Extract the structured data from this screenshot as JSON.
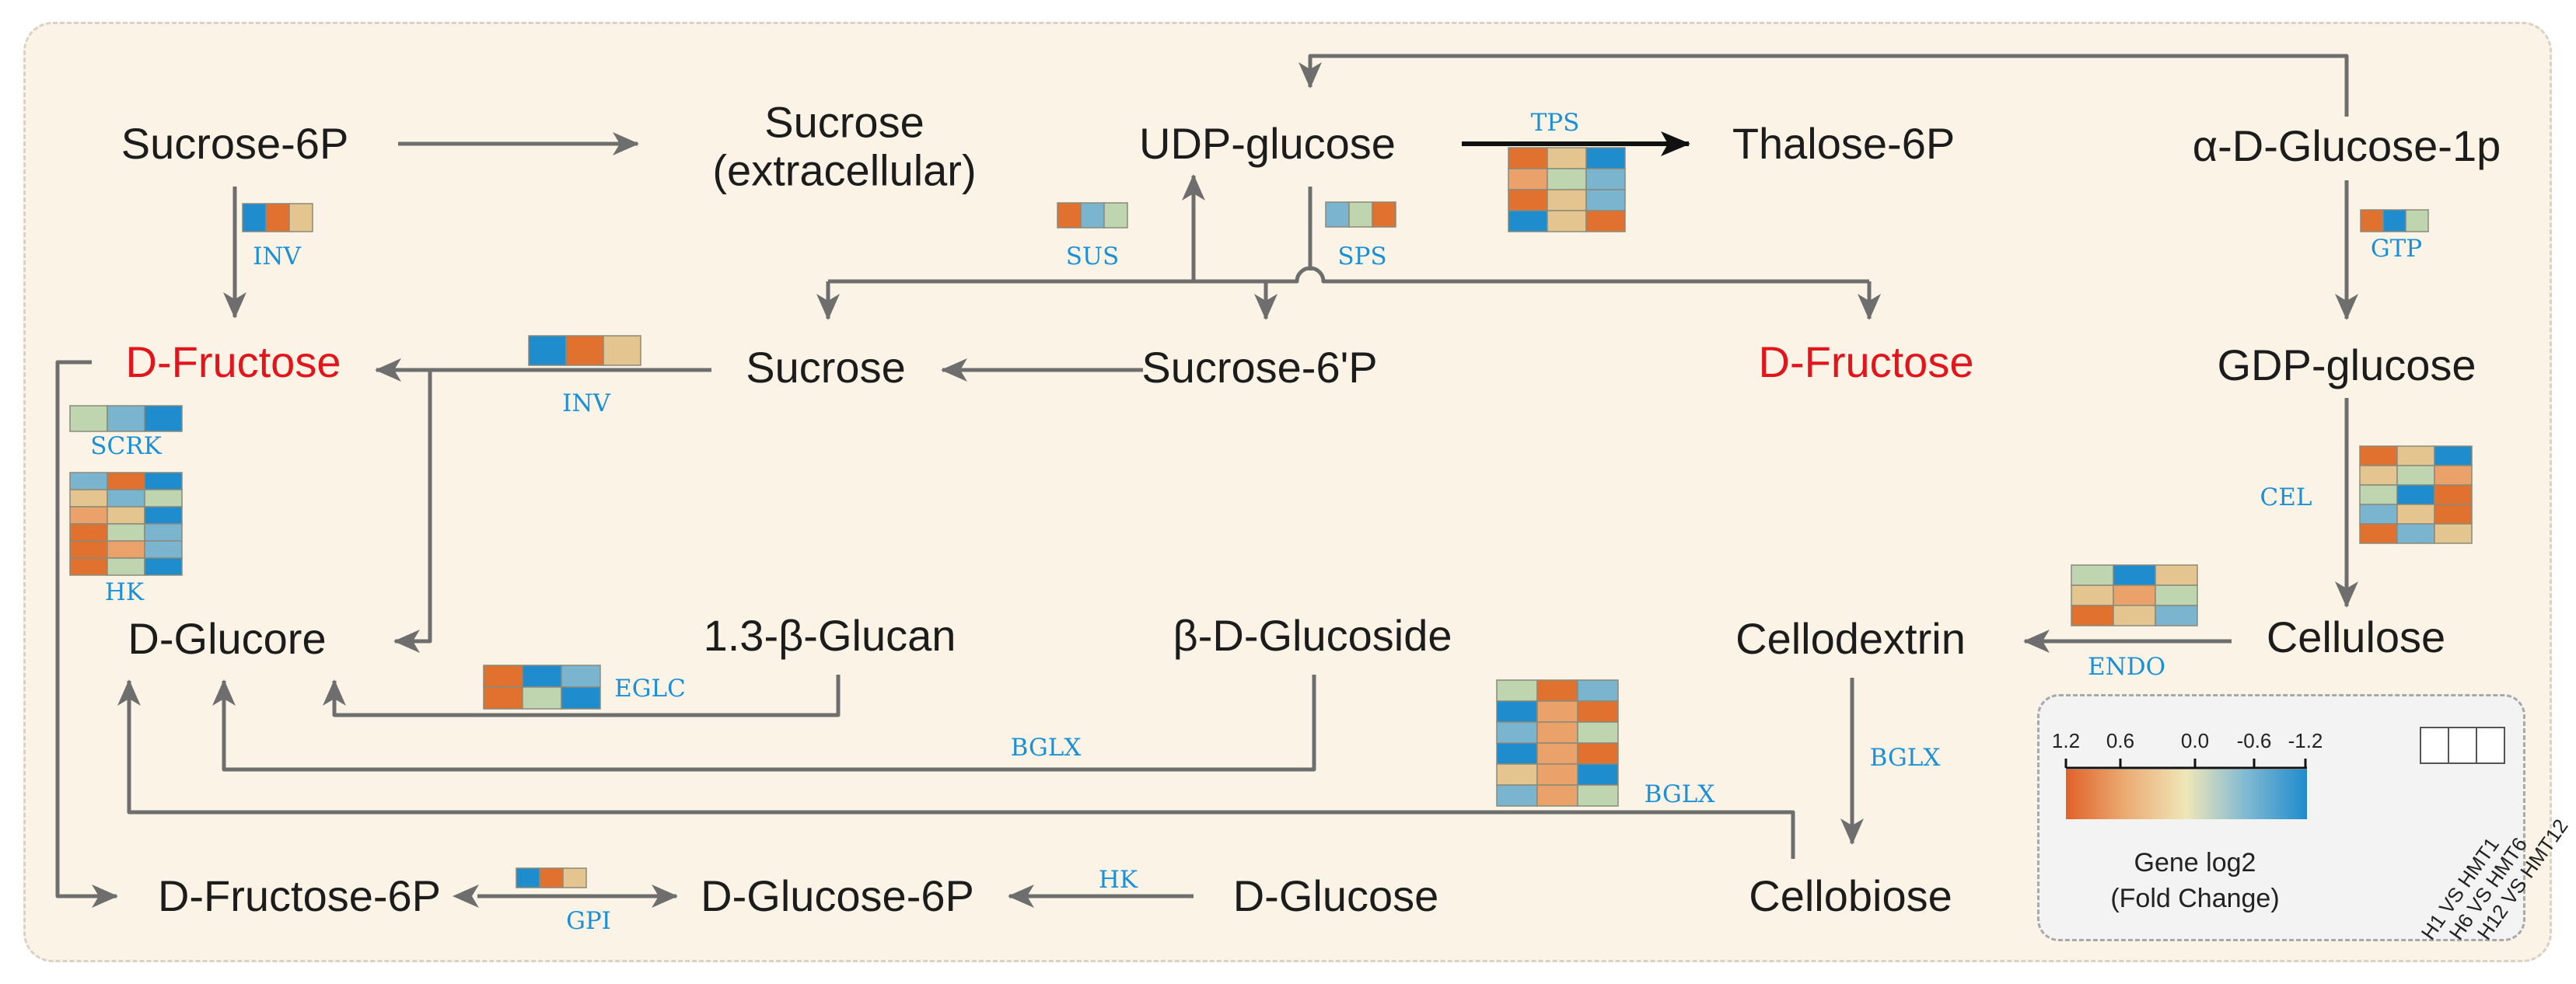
{
  "nodes": {
    "sucrose_6p": "Sucrose-6P",
    "sucrose_extracellular_line1": "Sucrose",
    "sucrose_extracellular_line2": "(extracellular)",
    "udp_glucose": "UDP-glucose",
    "thalose_6p": "Thalose-6P",
    "alpha_d_glucose_1p": "α-D-Glucose-1p",
    "d_fructose_left": "D-Fructose",
    "sucrose": "Sucrose",
    "sucrose_6prime_p": "Sucrose-6'P",
    "d_fructose_right": "D-Fructose",
    "gdp_glucose": "GDP-glucose",
    "d_glucore": "D-Glucore",
    "glucan": "1.3-β-Glucan",
    "beta_d_glucoside": "β-D-Glucoside",
    "cellodextrin": "Cellodextrin",
    "cellulose": "Cellulose",
    "d_fructose_6p": "D-Fructose-6P",
    "d_glucose_6p": "D-Glucose-6P",
    "d_glucose": "D-Glucose",
    "cellobiose": "Cellobiose"
  },
  "enzymes": {
    "inv_top": "INV",
    "sus": "SUS",
    "tps": "TPS",
    "sps": "SPS",
    "gtp": "GTP",
    "inv_mid": "INV",
    "scrk": "SCRK",
    "hk_upper": "HK",
    "cel": "CEL",
    "endo": "ENDO",
    "eglc": "EGLC",
    "bglx_mid": "BGLX",
    "bglx_heat": "BGLX",
    "bglx_right": "BGLX",
    "hk_lower": "HK",
    "gpi": "GPI"
  },
  "colors": {
    "node_text": "#1c1c1c",
    "highlight_node": "#e1151b",
    "enzyme_label": "#1c90d6",
    "arrow": "#6e6e6e",
    "arrow_dark": "#111111",
    "background": "#fbf4e6",
    "heat_cells": {
      "o": "#e0712e",
      "p": "#eaa26a",
      "t": "#e4c58f",
      "g": "#bfd5b0",
      "s": "#7bb4cf",
      "b": "#1f8ccd"
    }
  },
  "heatmaps": {
    "inv_top": [
      [
        "b",
        "o",
        "t"
      ]
    ],
    "sus": [
      [
        "o",
        "s",
        "g"
      ]
    ],
    "sps": [
      [
        "s",
        "g",
        "o"
      ]
    ],
    "tps": [
      [
        "o",
        "t",
        "b"
      ],
      [
        "p",
        "g",
        "s"
      ],
      [
        "o",
        "t",
        "s"
      ],
      [
        "b",
        "t",
        "o"
      ]
    ],
    "gtp": [
      [
        "o",
        "b",
        "g"
      ]
    ],
    "inv_mid": [
      [
        "b",
        "o",
        "t"
      ]
    ],
    "scrk": [
      [
        "g",
        "s",
        "b"
      ]
    ],
    "hk": [
      [
        "s",
        "o",
        "b"
      ],
      [
        "t",
        "s",
        "g"
      ],
      [
        "p",
        "t",
        "b"
      ],
      [
        "o",
        "g",
        "s"
      ],
      [
        "o",
        "p",
        "s"
      ],
      [
        "o",
        "g",
        "b"
      ]
    ],
    "cel": [
      [
        "o",
        "t",
        "b"
      ],
      [
        "t",
        "g",
        "p"
      ],
      [
        "g",
        "b",
        "o"
      ],
      [
        "s",
        "t",
        "o"
      ],
      [
        "o",
        "s",
        "t"
      ]
    ],
    "endo": [
      [
        "g",
        "b",
        "t"
      ],
      [
        "t",
        "p",
        "g"
      ],
      [
        "o",
        "t",
        "s"
      ]
    ],
    "eglc": [
      [
        "o",
        "b",
        "s"
      ],
      [
        "o",
        "g",
        "b"
      ]
    ],
    "bglx_heat": [
      [
        "g",
        "o",
        "s"
      ],
      [
        "b",
        "p",
        "o"
      ],
      [
        "s",
        "p",
        "g"
      ],
      [
        "b",
        "p",
        "o"
      ],
      [
        "t",
        "p",
        "b"
      ],
      [
        "s",
        "p",
        "g"
      ]
    ],
    "gpi": [
      [
        "b",
        "o",
        "t"
      ]
    ]
  },
  "legend": {
    "ticks": [
      "1.2",
      "0.6",
      "0.0",
      "-0.6",
      "-1.2"
    ],
    "gradient_colors": [
      "#e0622a",
      "#ebac74",
      "#efe6b8",
      "#7fb9d3",
      "#1f8ccd"
    ],
    "title_line1": "Gene log2",
    "title_line2": "(Fold Change)",
    "comparisons": [
      "H1 VS HMT1",
      "H6 VS HMT6",
      "H12 VS HMT12"
    ]
  }
}
